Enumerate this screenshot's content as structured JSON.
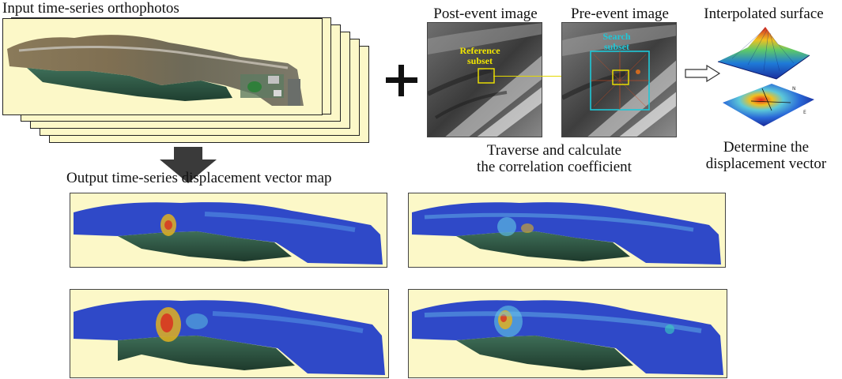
{
  "labels": {
    "input_title": "Input time-series orthophotos",
    "post_event": "Post-event image",
    "pre_event": "Pre-event image",
    "interpolated": "Interpolated surface",
    "traverse_line1": "Traverse and calculate",
    "traverse_line2": "the correlation coefficient",
    "determine_line1": "Determine the",
    "determine_line2": "displacement vector",
    "output_title": "Output time-series displacement vector map",
    "reference_subset_l1": "Reference",
    "reference_subset_l2": "subset",
    "search_subset_l1": "Search",
    "search_subset_l2": "subset",
    "plus_symbol": "+"
  },
  "colors": {
    "sheet_bg": "#fcf8c8",
    "reference_yellow": "#f2e600",
    "search_cyan": "#1ec8d8",
    "arrow_dark": "#3a3a3a",
    "map_blue": "#2f49c8"
  },
  "icons": {
    "plus": "plus-icon",
    "down_arrow": "down-arrow-icon",
    "hollow_arrow": "hollow-right-arrow-icon"
  }
}
